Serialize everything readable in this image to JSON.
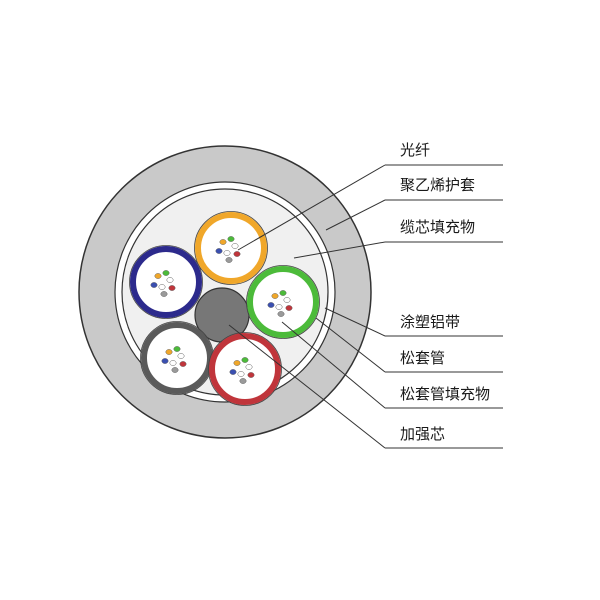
{
  "labels": {
    "fiber": "光纤",
    "sheath": "聚乙烯护套",
    "cable_filler": "缆芯填充物",
    "aluminum_tape": "涂塑铝带",
    "loose_tube": "松套管",
    "tube_filler": "松套管填充物",
    "strength_member": "加强芯"
  },
  "colors": {
    "sheath": "#c9c9c9",
    "tape": "#ffffff",
    "inner": "#f0f0f0",
    "strength_member": "#777777",
    "tube_orange": "#f0a72a",
    "tube_blue": "#2c2a8c",
    "tube_green": "#4cbb3a",
    "tube_gray": "#5a5a5a",
    "tube_red": "#c0353b",
    "fiber_orange": "#f0a72a",
    "fiber_green": "#4cbb3a",
    "fiber_blue": "#3a4fb0",
    "fiber_gray": "#9a9a9a",
    "fiber_red": "#c0353b",
    "fiber_white": "#ffffff"
  },
  "tubes": [
    {
      "name": "orange",
      "color_key": "tube_orange"
    },
    {
      "name": "blue",
      "color_key": "tube_blue"
    },
    {
      "name": "green",
      "color_key": "tube_green"
    },
    {
      "name": "gray",
      "color_key": "tube_gray"
    },
    {
      "name": "red",
      "color_key": "tube_red"
    }
  ]
}
